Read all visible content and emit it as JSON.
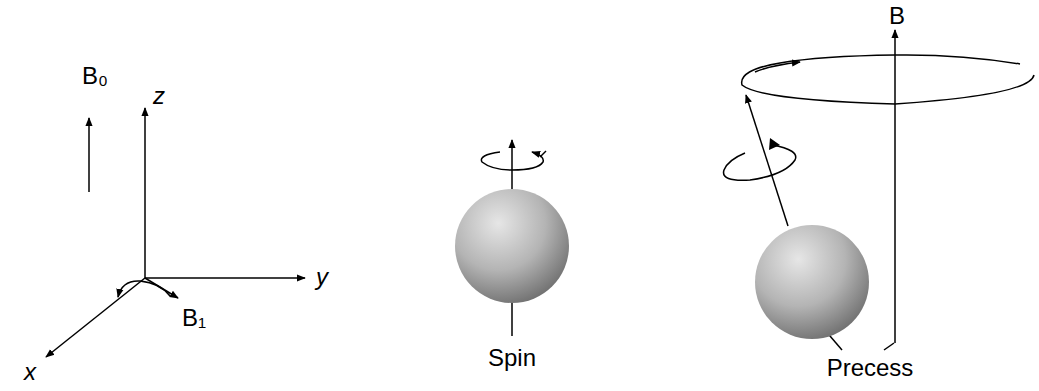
{
  "diagram": {
    "labels": [
      "B₀",
      "z",
      "y",
      "x",
      "B₁",
      "Spin",
      "B",
      "Precess"
    ]
  }
}
